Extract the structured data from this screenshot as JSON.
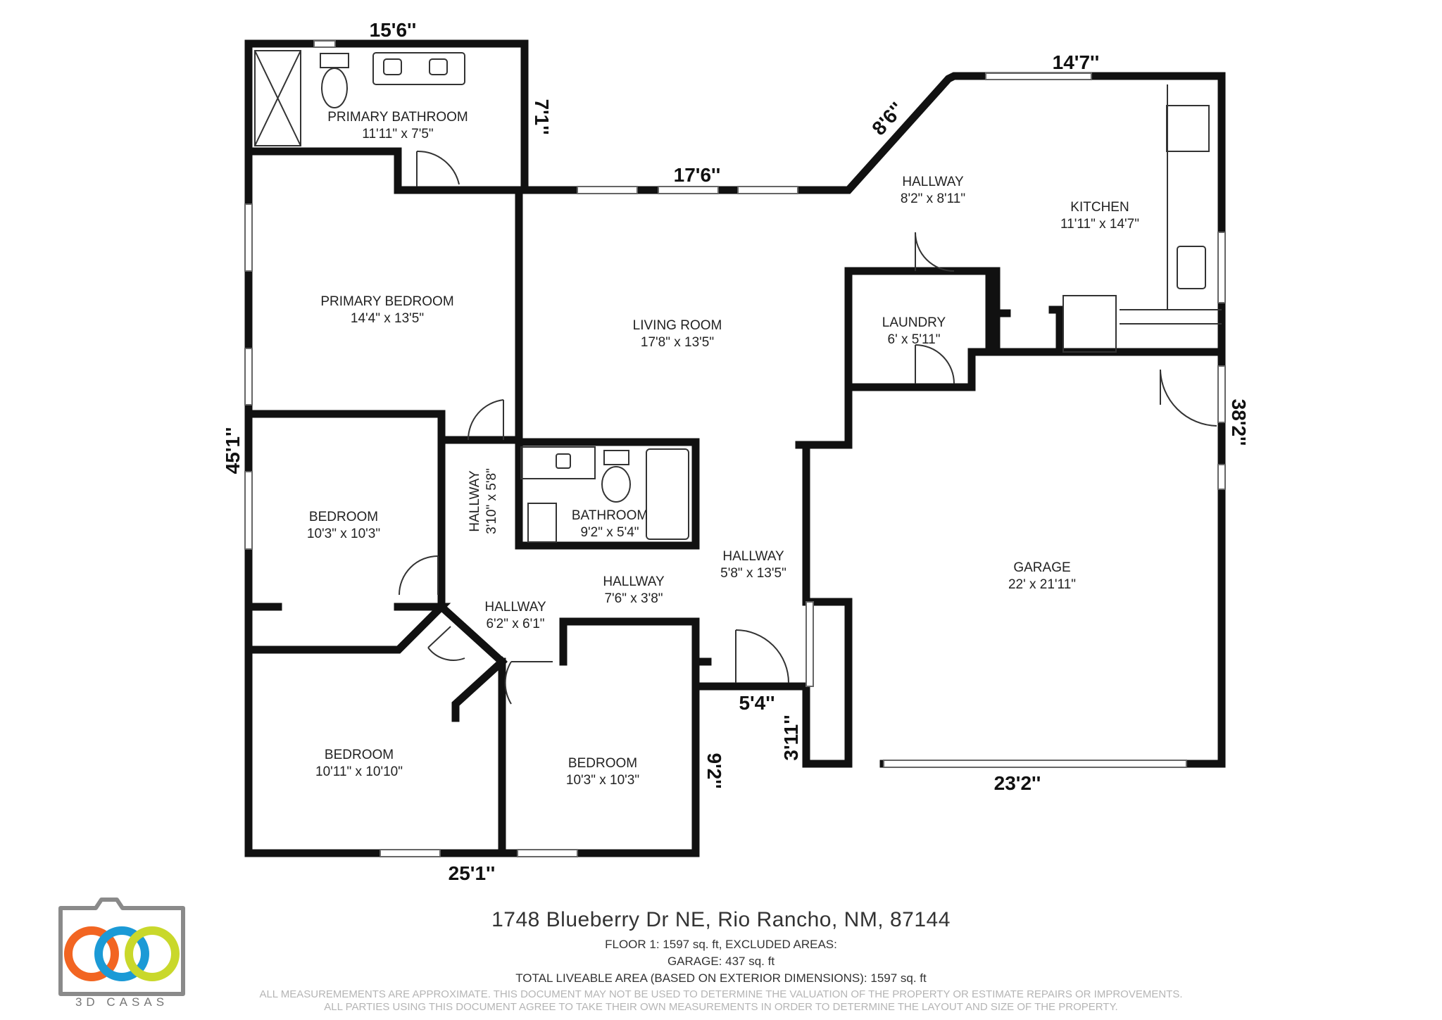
{
  "rooms": [
    {
      "name": "PRIMARY BATHROOM",
      "dims": "11'11\" x 7'5\""
    },
    {
      "name": "PRIMARY BEDROOM",
      "dims": "14'4\" x 13'5\""
    },
    {
      "name": "LIVING ROOM",
      "dims": "17'8\" x 13'5\""
    },
    {
      "name": "HALLWAY",
      "dims": "8'2\" x 8'11\""
    },
    {
      "name": "KITCHEN",
      "dims": "11'11\" x 14'7\""
    },
    {
      "name": "LAUNDRY",
      "dims": "6' x 5'11\""
    },
    {
      "name": "BEDROOM",
      "dims": "10'3\" x 10'3\""
    },
    {
      "name": "HALLWAY",
      "dims": "3'10\" x 5'8\""
    },
    {
      "name": "BATHROOM",
      "dims": "9'2\" x 5'4\""
    },
    {
      "name": "HALLWAY",
      "dims": "5'8\" x 13'5\""
    },
    {
      "name": "GARAGE",
      "dims": "22' x 21'11\""
    },
    {
      "name": "HALLWAY",
      "dims": "7'6\" x 3'8\""
    },
    {
      "name": "HALLWAY",
      "dims": "6'2\" x 6'1\""
    },
    {
      "name": "BEDROOM",
      "dims": "10'11\" x 10'10\""
    },
    {
      "name": "BEDROOM",
      "dims": "10'3\" x 10'3\""
    }
  ],
  "dimensions": [
    "15'6''",
    "7'1''",
    "17'6''",
    "8'6''",
    "14'7''",
    "38'2''",
    "45'1''",
    "23'2''",
    "3'11''",
    "5'4''",
    "9'2''",
    "25'1''"
  ],
  "footer": {
    "address": "1748 Blueberry Dr NE, Rio Rancho, NM, 87144",
    "floor": "FLOOR 1: 1597 sq. ft, EXCLUDED AREAS:",
    "garage": "GARAGE: 437 sq. ft",
    "total": "TOTAL LIVEABLE AREA (BASED ON EXTERIOR DIMENSIONS): 1597 sq. ft",
    "disclaimer1": "ALL MEASUREMEMENTS ARE APPROXIMATE. THIS DOCUMENT MAY NOT BE USED TO DETERMINE THE VALUATION OF THE PROPERTY OR ESTIMATE REPAIRS OR IMPROVEMENTS.",
    "disclaimer2": "ALL PARTIES USING THIS DOCUMENT AGREE TO TAKE THEIR OWN MEASUREMENTS IN ORDER TO DETERMINE THE LAYOUT AND SIZE OF THE PROPERTY."
  },
  "logo": {
    "text": "3D CASAS",
    "colors": [
      "#f26522",
      "#1b9ad6",
      "#c9d82b"
    ]
  }
}
